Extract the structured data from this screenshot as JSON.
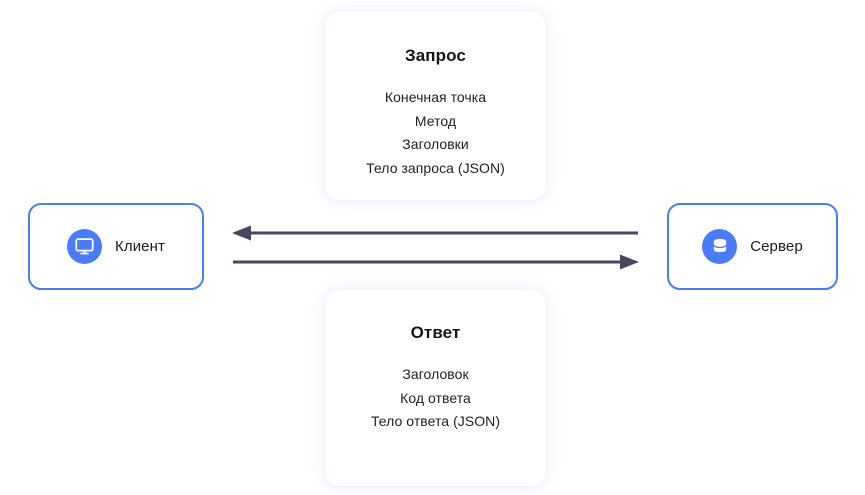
{
  "diagram": {
    "title_semantic": "client-server-request-response",
    "colors": {
      "accent_blue": "#4a7cf7",
      "arrow": "#4a4560",
      "text_dark": "#1c1c1c",
      "background": "#ffffff"
    },
    "nodes": {
      "client": {
        "label": "Клиент",
        "icon": "monitor-icon"
      },
      "server": {
        "label": "Сервер",
        "icon": "database-icon"
      }
    },
    "cards": {
      "request": {
        "title": "Запрос",
        "lines": [
          "Конечная точка",
          "Метод",
          "Заголовки",
          "Тело запроса (JSON)"
        ]
      },
      "response": {
        "title": "Ответ",
        "lines": [
          "Заголовок",
          "Код ответа",
          "Тело ответа (JSON)"
        ]
      }
    },
    "arrows": [
      {
        "name": "response-arrow",
        "direction": "left",
        "from": "server",
        "to": "client"
      },
      {
        "name": "request-arrow",
        "direction": "right",
        "from": "client",
        "to": "server"
      }
    ]
  }
}
